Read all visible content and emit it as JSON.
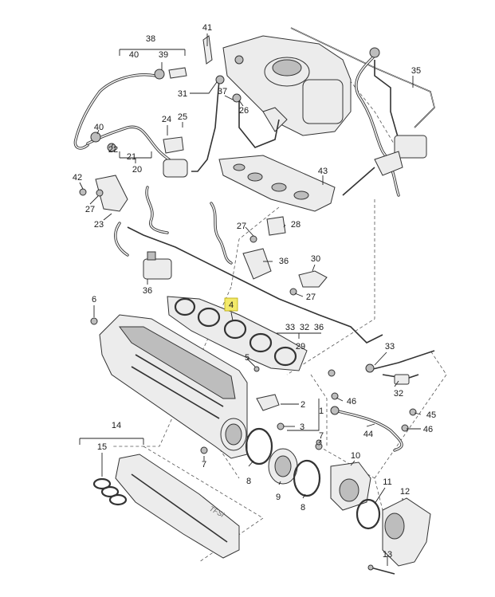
{
  "callouts": [
    {
      "id": "c41",
      "label": "41"
    },
    {
      "id": "c38",
      "label": "38"
    },
    {
      "id": "c40a",
      "label": "40"
    },
    {
      "id": "c39",
      "label": "39"
    },
    {
      "id": "c35",
      "label": "35"
    },
    {
      "id": "c31",
      "label": "31"
    },
    {
      "id": "c37",
      "label": "37"
    },
    {
      "id": "c26",
      "label": "26"
    },
    {
      "id": "c24",
      "label": "24"
    },
    {
      "id": "c25",
      "label": "25"
    },
    {
      "id": "c40b",
      "label": "40"
    },
    {
      "id": "c22",
      "label": "22"
    },
    {
      "id": "c21",
      "label": "21"
    },
    {
      "id": "c20",
      "label": "20"
    },
    {
      "id": "c42",
      "label": "42"
    },
    {
      "id": "c43",
      "label": "43"
    },
    {
      "id": "c27a",
      "label": "27"
    },
    {
      "id": "c23",
      "label": "23"
    },
    {
      "id": "c27b",
      "label": "27"
    },
    {
      "id": "c28",
      "label": "28"
    },
    {
      "id": "c36a",
      "label": "36"
    },
    {
      "id": "c30",
      "label": "30"
    },
    {
      "id": "c36b",
      "label": "36"
    },
    {
      "id": "c27c",
      "label": "27"
    },
    {
      "id": "c6",
      "label": "6"
    },
    {
      "id": "c4",
      "label": "4",
      "highlight": true
    },
    {
      "id": "c33a",
      "label": "33"
    },
    {
      "id": "c32a",
      "label": "32"
    },
    {
      "id": "c36c",
      "label": "36"
    },
    {
      "id": "c29",
      "label": "29"
    },
    {
      "id": "c33b",
      "label": "33"
    },
    {
      "id": "c5",
      "label": "5"
    },
    {
      "id": "c32b",
      "label": "32"
    },
    {
      "id": "c46a",
      "label": "46"
    },
    {
      "id": "c2",
      "label": "2"
    },
    {
      "id": "c1",
      "label": "1"
    },
    {
      "id": "c45",
      "label": "45"
    },
    {
      "id": "c46b",
      "label": "46"
    },
    {
      "id": "c3",
      "label": "3"
    },
    {
      "id": "c44",
      "label": "44"
    },
    {
      "id": "c14",
      "label": "14"
    },
    {
      "id": "c15",
      "label": "15"
    },
    {
      "id": "c7a",
      "label": "7"
    },
    {
      "id": "c7b",
      "label": "7"
    },
    {
      "id": "c10",
      "label": "10"
    },
    {
      "id": "c8a",
      "label": "8"
    },
    {
      "id": "c9",
      "label": "9"
    },
    {
      "id": "c8b",
      "label": "8"
    },
    {
      "id": "c11",
      "label": "11"
    },
    {
      "id": "c12",
      "label": "12"
    },
    {
      "id": "c13",
      "label": "13"
    }
  ],
  "engraving": "TFSI",
  "colors": {
    "highlight": "#f2e96a",
    "line": "#333333",
    "part_fill": "#ececec"
  }
}
